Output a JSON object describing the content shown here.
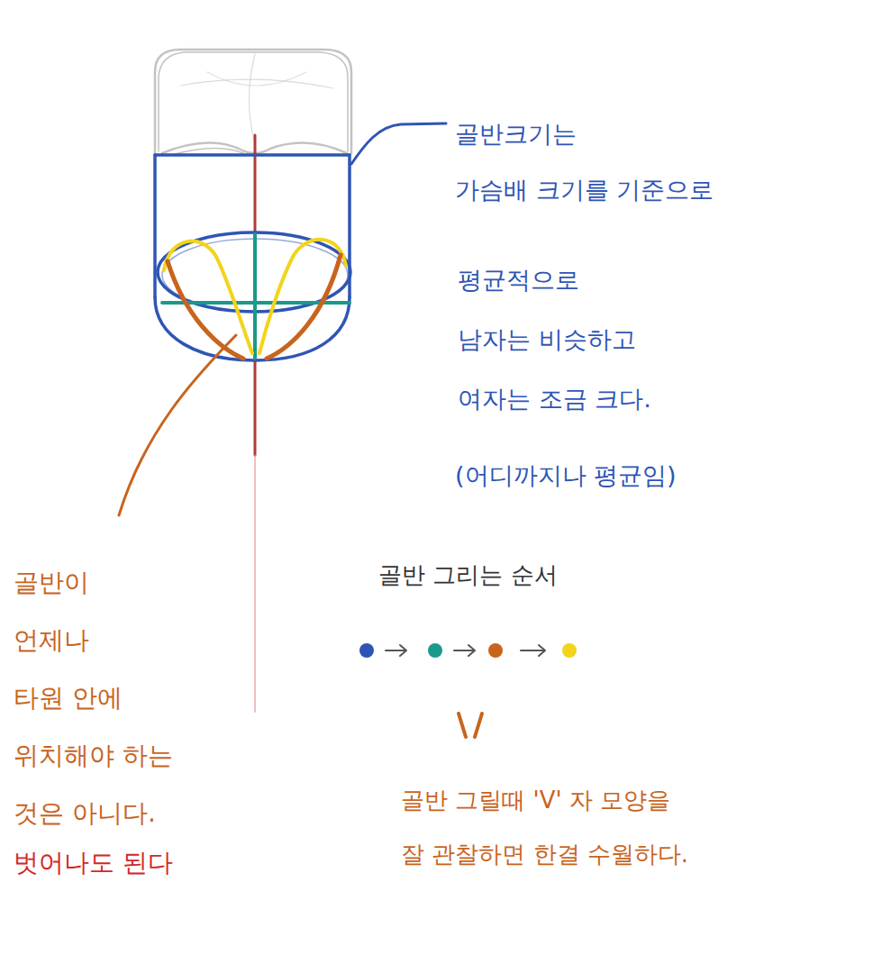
{
  "diagram": {
    "labels": [
      "골반크기는 가슴배 크기를 기준으로",
      "평균적으로 남자는 비슷하고 여자는 조금 크다.",
      "(어디까지나 평균임)",
      "골반이 언제나 타원 안에 위치해야 하는 것은 아니다.",
      "벗어나도 된다",
      "골반 그리는 순서",
      "골반 그릴때 'V' 자 모양을 잘 관찰하면 한결 수월하다."
    ]
  }
}
